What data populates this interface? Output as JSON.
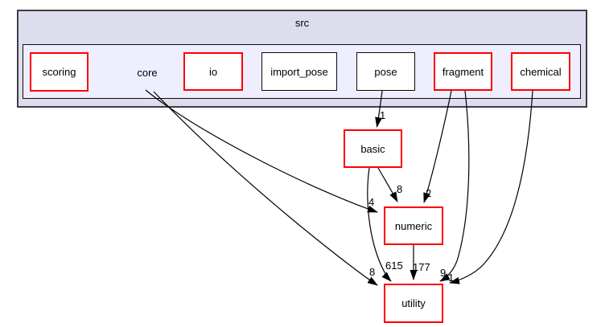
{
  "diagram": {
    "type": "directory-dependency-graph",
    "parent_dir_label": "src",
    "current_dir_label": "core",
    "nodes": {
      "scoring": {
        "label": "scoring"
      },
      "io": {
        "label": "io"
      },
      "import_pose": {
        "label": "import_pose"
      },
      "pose": {
        "label": "pose"
      },
      "fragment": {
        "label": "fragment"
      },
      "chemical": {
        "label": "chemical"
      },
      "basic": {
        "label": "basic"
      },
      "numeric": {
        "label": "numeric"
      },
      "utility": {
        "label": "utility"
      }
    },
    "edges": [
      {
        "from": "pose",
        "to": "basic",
        "count": "1"
      },
      {
        "from": "core",
        "to": "numeric",
        "count": "4"
      },
      {
        "from": "core",
        "to": "utility",
        "count": "8"
      },
      {
        "from": "basic",
        "to": "numeric",
        "count": "8"
      },
      {
        "from": "basic",
        "to": "utility",
        "count": "615"
      },
      {
        "from": "numeric",
        "to": "utility",
        "count": "177"
      },
      {
        "from": "fragment",
        "to": "numeric",
        "count": "2"
      },
      {
        "from": "fragment",
        "to": "utility",
        "count": "9"
      },
      {
        "from": "chemical",
        "to": "utility",
        "count": "1"
      }
    ],
    "edge_labels": {
      "pose_to_basic": "1",
      "core_to_numeric": "4",
      "core_to_utility": "8",
      "basic_to_numeric": "8",
      "basic_to_utility": "615",
      "numeric_to_utility": "177",
      "fragment_to_numeric": "2",
      "fragment_to_utility": "9",
      "chemical_to_utility": "1"
    },
    "colors": {
      "outer_cluster_fill": "#ddddee",
      "inner_cluster_fill": "#eeeeff",
      "node_fill": "#ffffff",
      "red_node_border": "#ff0000",
      "black_node_border": "#0a0a0a",
      "edge_color": "#000000"
    }
  }
}
